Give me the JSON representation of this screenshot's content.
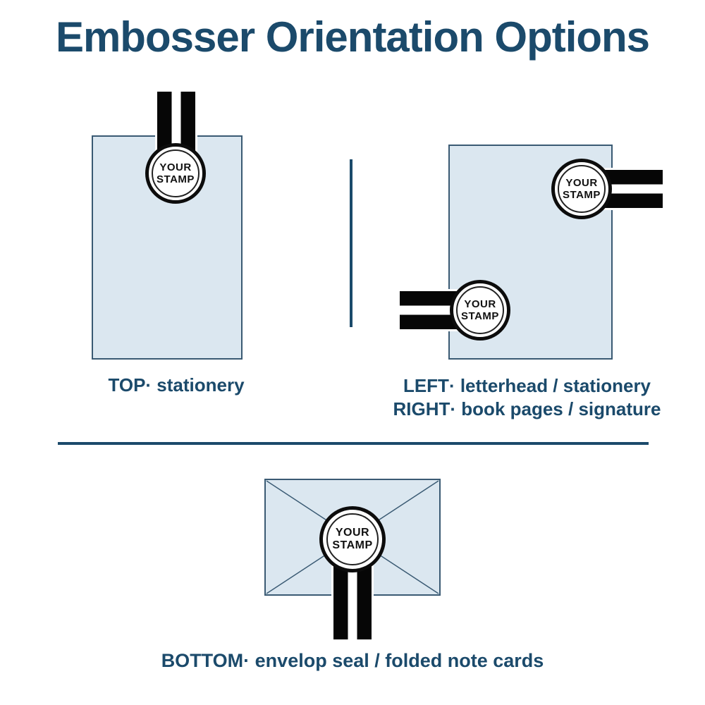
{
  "title": "Embosser Orientation Options",
  "seal": {
    "line1": "YOUR",
    "line2": "STAMP"
  },
  "captions": {
    "top": "TOP· stationery",
    "left": "LEFT· letterhead / stationery",
    "right": "RIGHT· book pages / signature",
    "bottom": "BOTTOM· envelop seal / folded note cards"
  },
  "colors": {
    "heading_navy": "#1b4a6b",
    "paper_fill": "#dbe7f0",
    "paper_border": "#3a5a73",
    "embosser_black": "#060606",
    "seal_text": "#111111"
  },
  "icons": {
    "embosser_seal": "round YOUR STAMP seal (double-ring circle)",
    "embosser_handle": "two parallel black clamp bars with white gap"
  }
}
